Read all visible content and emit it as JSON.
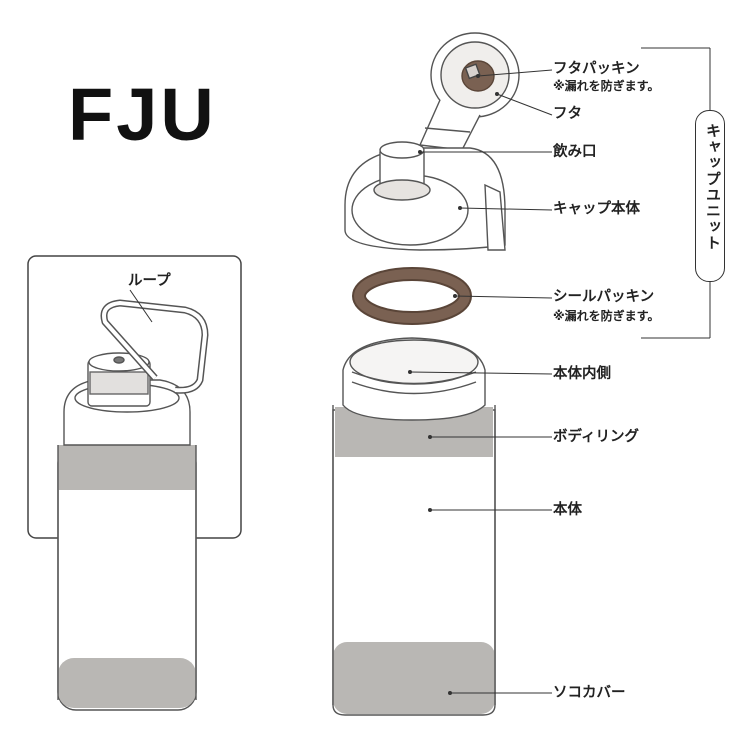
{
  "model_name": "FJU",
  "inset": {
    "loop_label": "ループ"
  },
  "callouts": {
    "lid_packing": "フタパッキン",
    "lid_packing_note": "※漏れを防ぎます。",
    "lid": "フタ",
    "spout": "飲み口",
    "cap_body": "キャップ本体",
    "seal_packing": "シールパッキン",
    "seal_packing_note": "※漏れを防ぎます。",
    "body_inside": "本体内側",
    "body_ring": "ボディリング",
    "body": "本体",
    "bottom_cover": "ソコカバー"
  },
  "cap_unit_group": "キャップユニット",
  "colors": {
    "ring_band": "#b9b7b4",
    "packing": "#7a6152",
    "outline": "#555555"
  }
}
